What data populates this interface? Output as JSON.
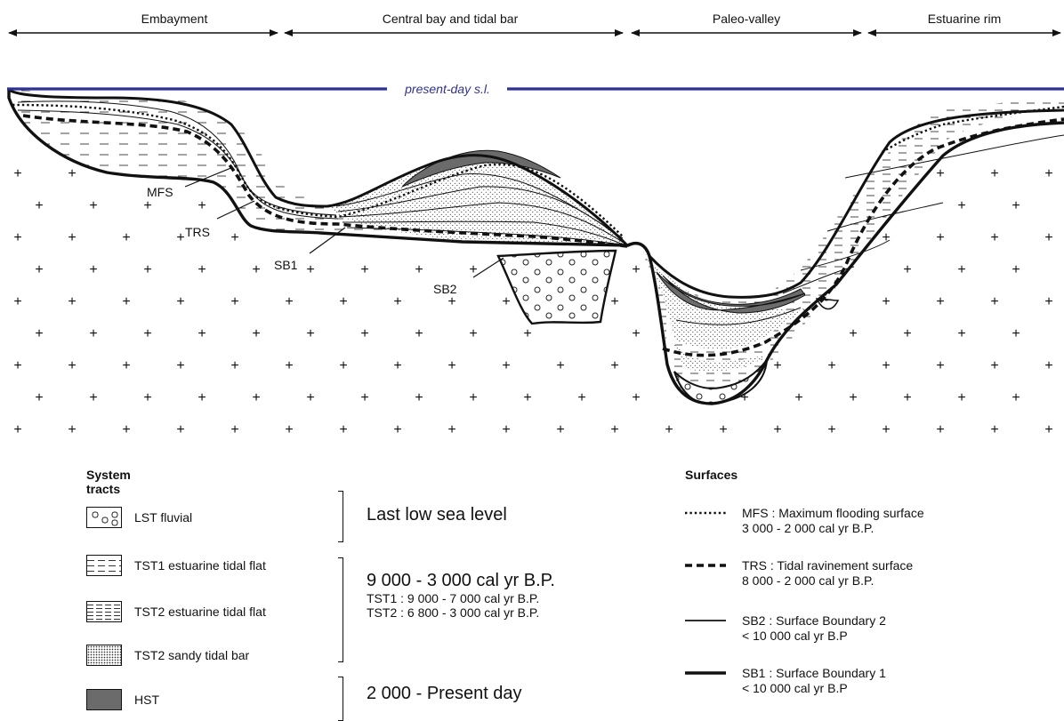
{
  "zones": [
    {
      "id": "embayment",
      "label": "Embayment"
    },
    {
      "id": "central",
      "label": "Central bay and tidal bar"
    },
    {
      "id": "paleo",
      "label": "Paleo-valley"
    },
    {
      "id": "rim",
      "label": "Estuarine rim"
    }
  ],
  "sea_level_label": "present-day s.l.",
  "sea_level_color": "#2e3192",
  "profile_labels": {
    "mfs": "MFS",
    "trs": "TRS",
    "sb1": "SB1",
    "sb2": "SB2"
  },
  "legend": {
    "tracts_title": "System tracts",
    "tracts": [
      {
        "id": "lst",
        "label": "LST fluvial",
        "pattern": "circles"
      },
      {
        "id": "tst1",
        "label": "TST1 estuarine tidal flat",
        "pattern": "dashes-sparse"
      },
      {
        "id": "tst2",
        "label": "TST2 estuarine tidal flat",
        "pattern": "dashes-dense"
      },
      {
        "id": "sand",
        "label": "TST2  sandy tidal bar",
        "pattern": "dots"
      },
      {
        "id": "hst",
        "label": "HST",
        "pattern": "solid-grey"
      }
    ],
    "periods": [
      {
        "main": "Last low sea level",
        "sub": []
      },
      {
        "main": "9 000 - 3 000 cal yr B.P.",
        "sub": [
          "TST1 : 9 000 - 7 000 cal yr B.P.",
          "TST2 : 6 800 - 3 000 cal yr B.P."
        ]
      },
      {
        "main": "2 000 - Present day",
        "sub": []
      }
    ],
    "surfaces_title": "Surfaces",
    "surfaces": [
      {
        "id": "mfs",
        "line": "dotted",
        "name": "MFS : Maximum flooding surface",
        "age": "3 000 - 2 000 cal yr B.P."
      },
      {
        "id": "trs",
        "line": "dashed",
        "name": "TRS : Tidal ravinement surface",
        "age": "8 000 - 2 000 cal yr B.P."
      },
      {
        "id": "sb2",
        "line": "thin",
        "name": "SB2 : Surface Boundary 2",
        "age": "< 10 000 cal yr B.P"
      },
      {
        "id": "sb1",
        "line": "thick",
        "name": "SB1 : Surface Boundary 1",
        "age": "< 10 000 cal yr B.P"
      }
    ]
  },
  "colors": {
    "hst_fill": "#6b6b6b",
    "line": "#111111"
  }
}
